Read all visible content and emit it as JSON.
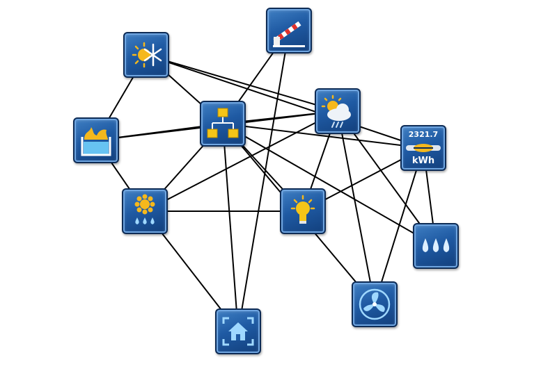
{
  "diagram": {
    "nodes": [
      {
        "id": "sun-snow",
        "icon": "sun-snowflake-icon"
      },
      {
        "id": "barrier",
        "icon": "barrier-gate-icon"
      },
      {
        "id": "hub",
        "icon": "network-hierarchy-icon"
      },
      {
        "id": "weather",
        "icon": "sun-cloud-rain-icon"
      },
      {
        "id": "pool",
        "icon": "heated-pool-icon"
      },
      {
        "id": "meter",
        "icon": "energy-meter-icon",
        "value": "2321.7",
        "unit": "kWh"
      },
      {
        "id": "garden",
        "icon": "sun-water-drops-icon"
      },
      {
        "id": "light",
        "icon": "light-bulb-icon"
      },
      {
        "id": "water",
        "icon": "water-drops-icon"
      },
      {
        "id": "fan",
        "icon": "fan-icon"
      },
      {
        "id": "home",
        "icon": "home-icon"
      }
    ],
    "links": [
      [
        "sun-snow",
        "hub"
      ],
      [
        "sun-snow",
        "weather"
      ],
      [
        "sun-snow",
        "pool"
      ],
      [
        "sun-snow",
        "meter"
      ],
      [
        "barrier",
        "hub"
      ],
      [
        "barrier",
        "home"
      ],
      [
        "hub",
        "pool"
      ],
      [
        "hub",
        "weather"
      ],
      [
        "hub",
        "meter"
      ],
      [
        "hub",
        "garden"
      ],
      [
        "hub",
        "light"
      ],
      [
        "hub",
        "water"
      ],
      [
        "hub",
        "fan"
      ],
      [
        "hub",
        "home"
      ],
      [
        "pool",
        "garden"
      ],
      [
        "pool",
        "weather"
      ],
      [
        "garden",
        "home"
      ],
      [
        "garden",
        "light"
      ],
      [
        "garden",
        "weather"
      ],
      [
        "weather",
        "light"
      ],
      [
        "weather",
        "water"
      ],
      [
        "weather",
        "fan"
      ],
      [
        "light",
        "meter"
      ],
      [
        "meter",
        "fan"
      ],
      [
        "meter",
        "water"
      ]
    ]
  }
}
